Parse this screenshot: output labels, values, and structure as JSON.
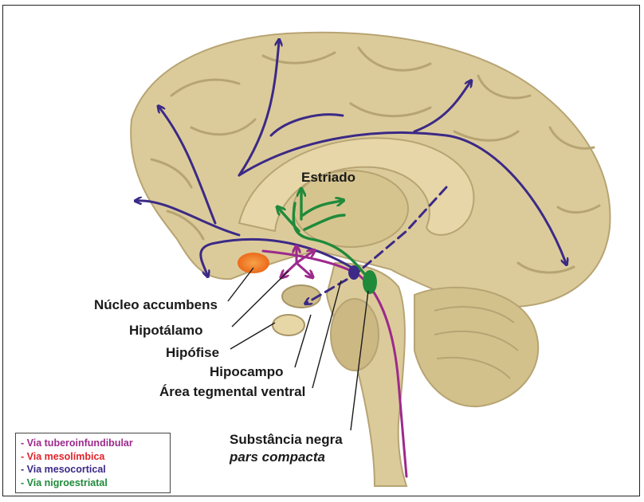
{
  "labels": {
    "estriado": "Estriado",
    "nucleo_accumbens": "Núcleo accumbens",
    "hipotalamo": "Hipotálamo",
    "hipofise": "Hipófise",
    "hipocampo": "Hipocampo",
    "area_tegmental": "Área tegmental ventral",
    "substancia_line1": "Substância negra",
    "substancia_line2": "pars compacta"
  },
  "legend": [
    {
      "text": "- Via tuberoinfundibular",
      "color": "#9c2a8c"
    },
    {
      "text": "- Via mesolímbica",
      "color": "#e2232a"
    },
    {
      "text": "- Via mesocortical",
      "color": "#3b2a86"
    },
    {
      "text": "- Via nigroestriatal",
      "color": "#1f8a3a"
    }
  ],
  "colors": {
    "brain": "#dccb9a",
    "brain_dark": "#b7a473",
    "brain_light": "#eadcb3",
    "mesocortical": "#3b2a86",
    "tubero": "#9c2a8c",
    "nigro": "#1f8a3a",
    "accumbens": "#f07b22"
  }
}
